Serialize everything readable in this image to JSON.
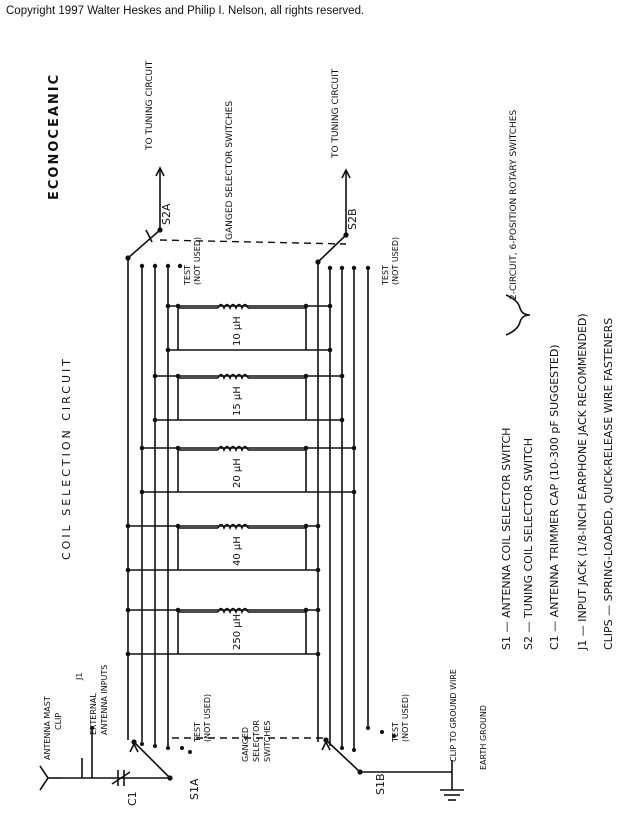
{
  "copyright": "Copyright 1997 Walter Heskes and Philip I. Nelson, all rights reserved.",
  "title": "ECONOCEANIC",
  "circuit_label": "COIL SELECTION CIRCUIT",
  "tuning_a": "TO TUNING CIRCUIT",
  "tuning_b": "TO TUNING CIRCUIT",
  "s2a": "S2A",
  "s2b": "S2B",
  "s1a": "S1A",
  "s1b": "S1B",
  "c1": "C1",
  "ganged_top": "GANGED SELECTOR SWITCHES",
  "ganged_bottom": [
    "GANGED",
    "SELECTOR",
    "SWITCHES"
  ],
  "test_top_a": [
    "TEST",
    "(NOT USED)"
  ],
  "test_top_b": [
    "TEST",
    "(NOT USED)"
  ],
  "test_bot_a": [
    "TEST",
    "(NOT USED)"
  ],
  "test_bot_b": [
    "TEST",
    "(NOT USED)"
  ],
  "antenna_mast": [
    "ANTENNA MAST",
    "CLIP"
  ],
  "j1": "J1",
  "external_inputs": [
    "EXTERNAL",
    "ANTENNA INPUTS"
  ],
  "clip_ground": "CLIP TO GROUND WIRE",
  "earth_ground": "EARTH GROUND",
  "coils": [
    "10 µH",
    "15 µH",
    "20 µH",
    "40 µH",
    "250 µH"
  ],
  "legend": [
    "S1 — ANTENNA COIL SELECTOR SWITCH",
    "S2 — TUNING COIL SELECTOR SWITCH",
    "C1 — ANTENNA TRIMMER CAP (10-300 pF SUGGESTED)",
    "J1 — INPUT JACK (1/8-INCH EARPHONE JACK RECOMMENDED)",
    "CLIPS — SPRING-LOADED, QUICK-RELEASE WIRE FASTENERS"
  ],
  "legend_brace_note": "2-CIRCUIT, 6-POSITION ROTARY SWITCHES"
}
